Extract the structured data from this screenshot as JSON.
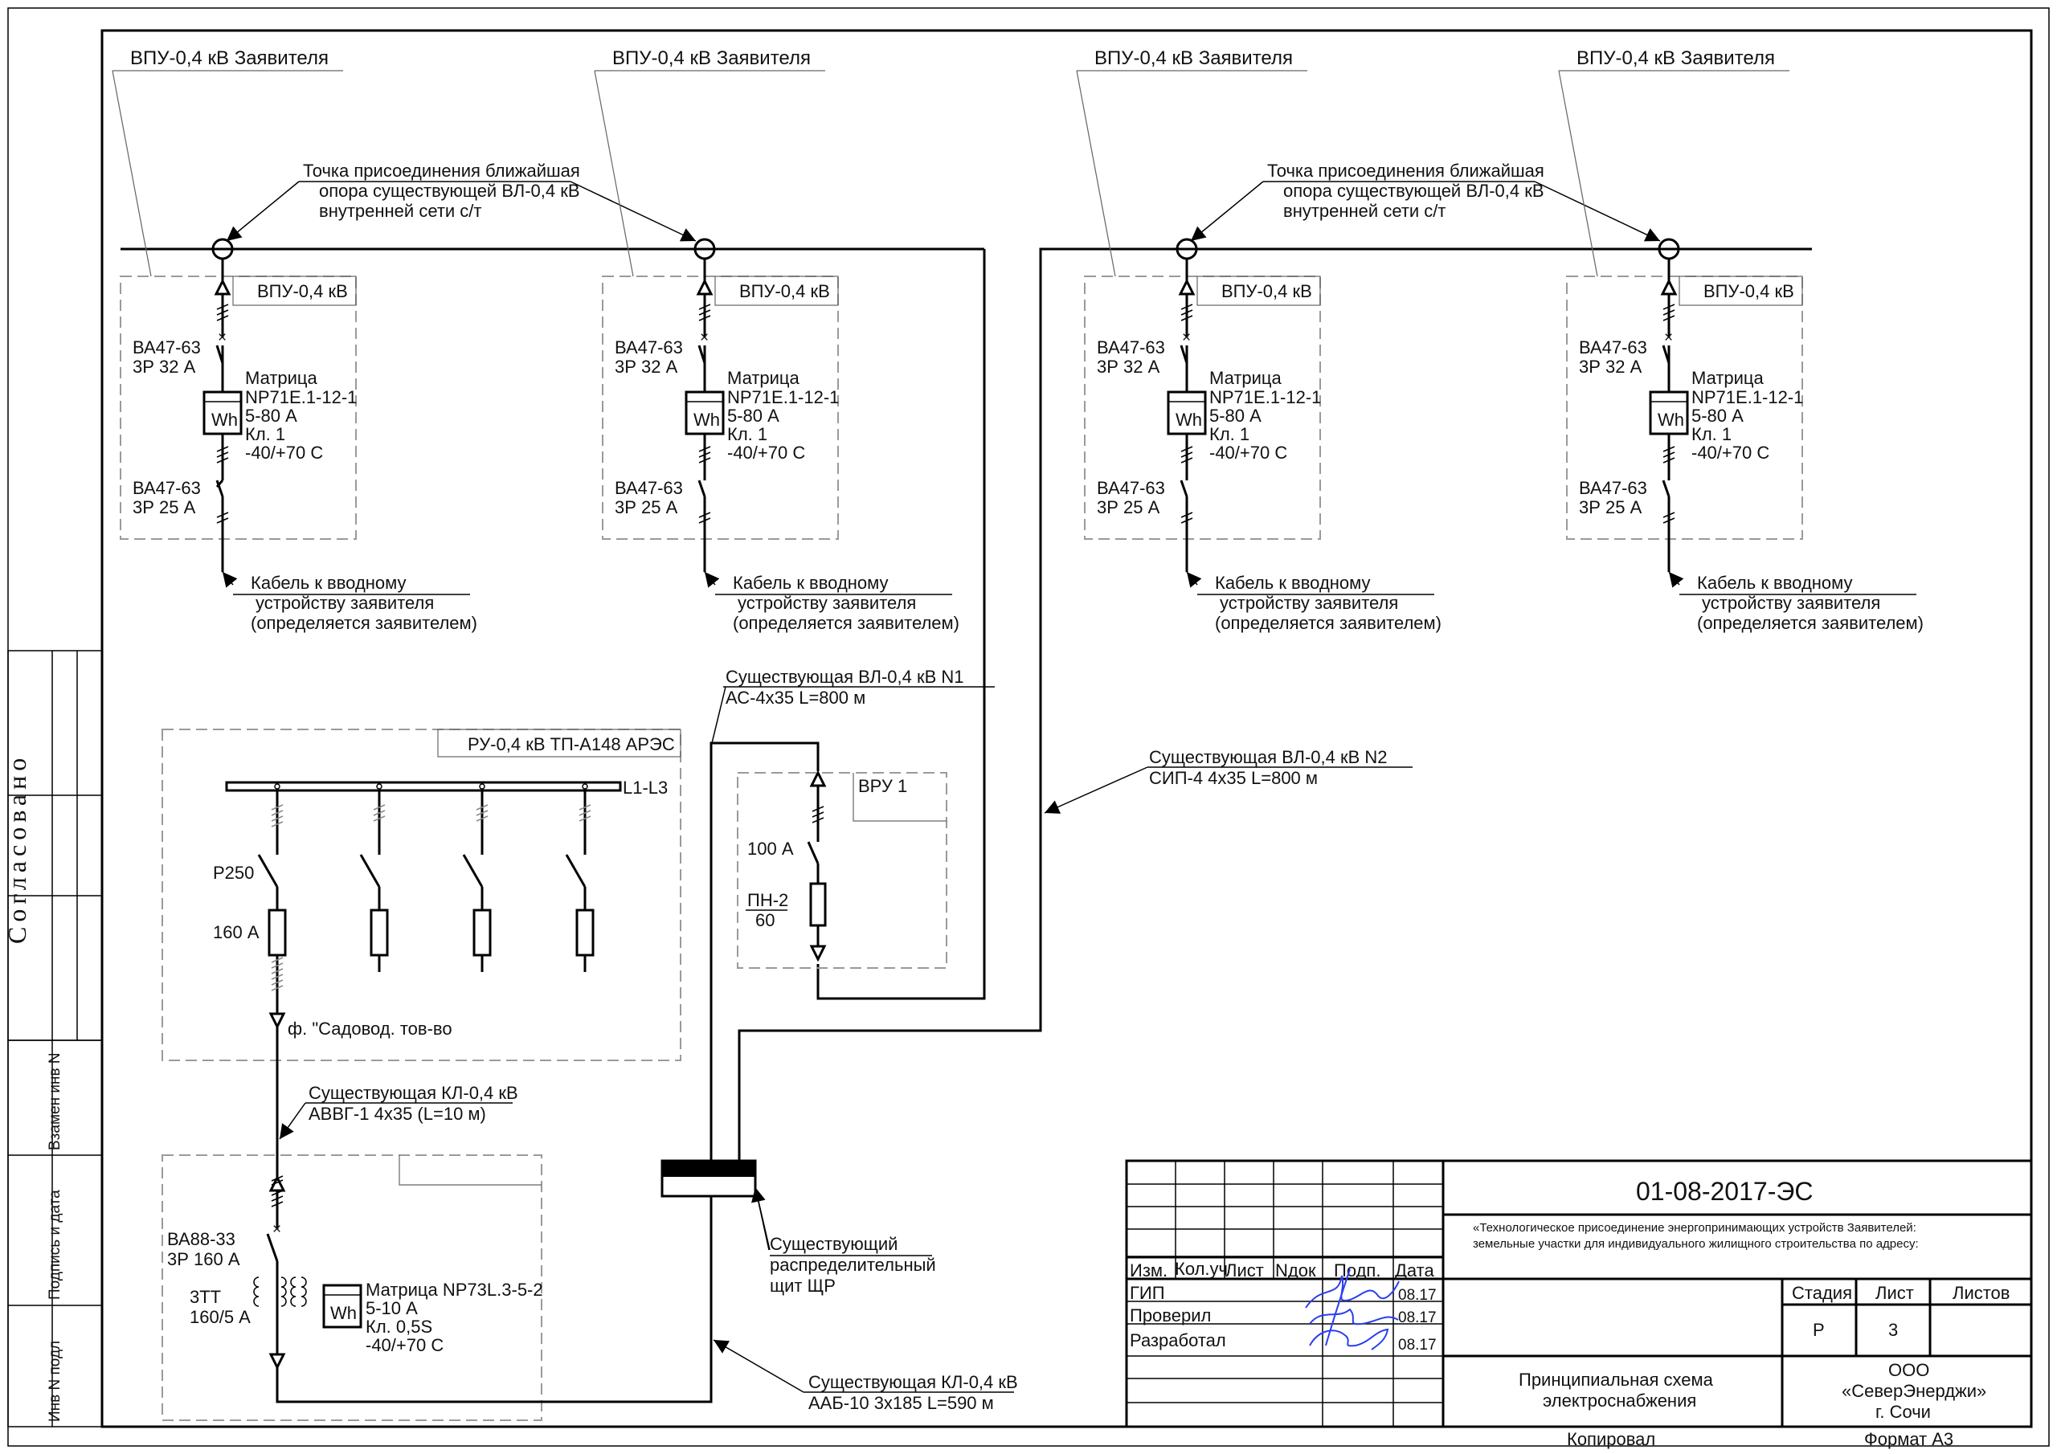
{
  "vpu_blocks": [
    {
      "top_label": "ВПУ-0,4 кВ Заявителя",
      "box_label": "ВПУ-0,4 кВ",
      "breaker1": [
        "ВА47-63",
        "3Р 32 А"
      ],
      "meter": [
        "Матрица",
        "NP71E.1-12-1",
        "5-80 А",
        "Кл. 1",
        "-40/+70 С"
      ],
      "meter_symbol": "Wh",
      "breaker2": [
        "ВА47-63",
        "3Р 25 А"
      ],
      "cable": [
        "Кабель к вводному",
        "устройству заявителя",
        "(определяется заявителем)"
      ]
    },
    {
      "top_label": "ВПУ-0,4 кВ Заявителя",
      "box_label": "ВПУ-0,4 кВ",
      "breaker1": [
        "ВА47-63",
        "3Р 32 А"
      ],
      "meter": [
        "Матрица",
        "NP71E.1-12-1",
        "5-80 А",
        "Кл. 1",
        "-40/+70 С"
      ],
      "meter_symbol": "Wh",
      "breaker2": [
        "ВА47-63",
        "3Р 25 А"
      ],
      "cable": [
        "Кабель к вводному",
        "устройству заявителя",
        "(определяется заявителем)"
      ]
    },
    {
      "top_label": "ВПУ-0,4 кВ Заявителя",
      "box_label": "ВПУ-0,4 кВ",
      "breaker1": [
        "ВА47-63",
        "3Р 32 А"
      ],
      "meter": [
        "Матрица",
        "NP71E.1-12-1",
        "5-80 А",
        "Кл. 1",
        "-40/+70 С"
      ],
      "meter_symbol": "Wh",
      "breaker2": [
        "ВА47-63",
        "3Р 25 А"
      ],
      "cable": [
        "Кабель к вводному",
        "устройству заявителя",
        "(определяется заявителем)"
      ]
    },
    {
      "top_label": "ВПУ-0,4 кВ Заявителя",
      "box_label": "ВПУ-0,4 кВ",
      "breaker1": [
        "ВА47-63",
        "3Р 32 А"
      ],
      "meter": [
        "Матрица",
        "NP71E.1-12-1",
        "5-80 А",
        "Кл. 1",
        "-40/+70 С"
      ],
      "meter_symbol": "Wh",
      "breaker2": [
        "ВА47-63",
        "3Р 25 А"
      ],
      "cable": [
        "Кабель к вводному",
        "устройству заявителя",
        "(определяется заявителем)"
      ]
    }
  ],
  "connection_note": [
    "Точка присоединения ближайшая",
    "опора существующей ВЛ-0,4 кВ",
    "внутренней сети с/т"
  ],
  "vl_n1": [
    "Существующая ВЛ-0,4 кВ N1",
    "АС-4х35 L=800 м"
  ],
  "vl_n2": [
    "Существующая ВЛ-0,4 кВ N2",
    "СИП-4 4х35 L=800 м"
  ],
  "vru": {
    "label": "ВРУ 1",
    "current": "100 А",
    "fuse": [
      "ПН-2",
      "60"
    ]
  },
  "ru": {
    "title": "РУ-0,4 кВ ТП-А148 АРЭС",
    "bus": "L1-L3",
    "switch": "Р250",
    "fuse": "160 А",
    "feeder": "ф. \"Садовод. тов-во"
  },
  "kl_abvg": [
    "Существующая КЛ-0,4 кВ",
    "АВВГ-1 4х35 (L=10 м)"
  ],
  "meter_cabinet": {
    "breaker": [
      "ВА88-33",
      "3Р 160 А"
    ],
    "ct": [
      "3ТТ",
      "160/5 А"
    ],
    "meter_symbol": "Wh",
    "meter": [
      "Матрица NP73L.3-5-2",
      "5-10 А",
      "Кл. 0,5S",
      "-40/+70 С"
    ]
  },
  "shch": [
    "Существующий",
    "распределительный",
    "щит ЩР"
  ],
  "kl_aab": [
    "Существующая КЛ-0,4 кВ",
    "ААБ-10 3х185 L=590 м"
  ],
  "left_side": {
    "agreed": "Согласовано",
    "cells": [
      "Взамен инв N",
      "Подпись и дата",
      "Инв N подл"
    ]
  },
  "title_block": {
    "doc_code": "01-08-2017-ЭС",
    "description": [
      "«Технологическое присоединение энергопринимающих устройств Заявителей:",
      "земельные участки для индивидуального жилищного строительства по адресу:"
    ],
    "headers": [
      "Изм.",
      "Кол.уч",
      "Лист",
      "Nдок",
      "Подп.",
      "Дата"
    ],
    "roles": [
      {
        "role": "ГИП",
        "date": "08.17"
      },
      {
        "role": "Проверил",
        "date": "08.17"
      },
      {
        "role": "Разработал",
        "date": "08.17"
      }
    ],
    "stage_label": "Стадия",
    "sheet_label": "Лист",
    "sheets_label": "Листов",
    "stage": "Р",
    "sheet": "3",
    "sheets": "",
    "drawing_name": [
      "Принципиальная схема",
      "электроснабжения"
    ],
    "company": [
      "ООО",
      "«СеверЭнерджи»",
      "г. Сочи"
    ]
  },
  "footer": {
    "copied": "Копировал",
    "format": "Формат А3"
  }
}
